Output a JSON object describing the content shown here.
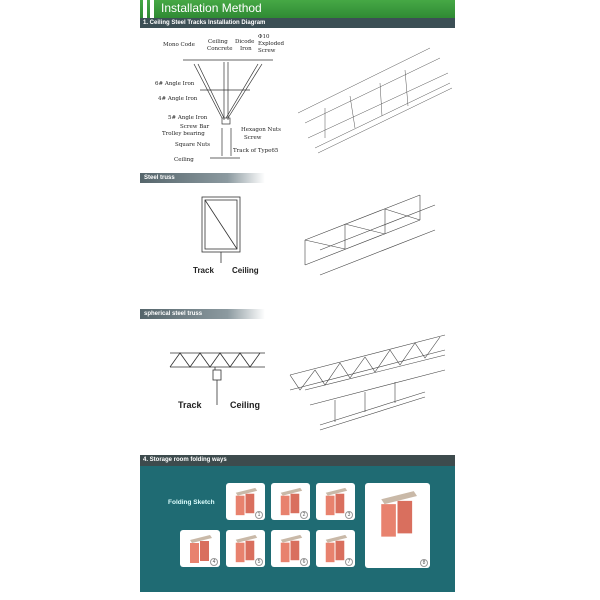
{
  "banner": {
    "title": "Installation Method",
    "color": "#3a9a3c"
  },
  "section1": {
    "title": "1. Ceiling Steel Tracks Installation Diagram",
    "labels": [
      "Mono Code",
      "Ceiling",
      "Concrete",
      "Dicode",
      "Iron",
      "Φ10",
      "Exploded",
      "Screw",
      "6# Angle Iron",
      "4# Angle Iron",
      "5# Angle Iron",
      "Screw Bar",
      "Trolley bearing",
      "Hexagon Nuts",
      "Screw",
      "Square Nuts",
      "Track of Type65",
      "Ceiling"
    ]
  },
  "section2": {
    "title": "Steel truss",
    "track": "Track",
    "ceiling": "Ceiling"
  },
  "section3": {
    "title": "spherical steel truss",
    "track": "Track",
    "ceiling": "Ceiling"
  },
  "section4": {
    "title": "4. Storage room folding ways",
    "sketch_label": "Folding Sketch",
    "numbers": [
      "1",
      "2",
      "3",
      "4",
      "5",
      "6",
      "7",
      "8"
    ],
    "bg_color": "#1f6b73",
    "panel_color": "#e8826e"
  }
}
